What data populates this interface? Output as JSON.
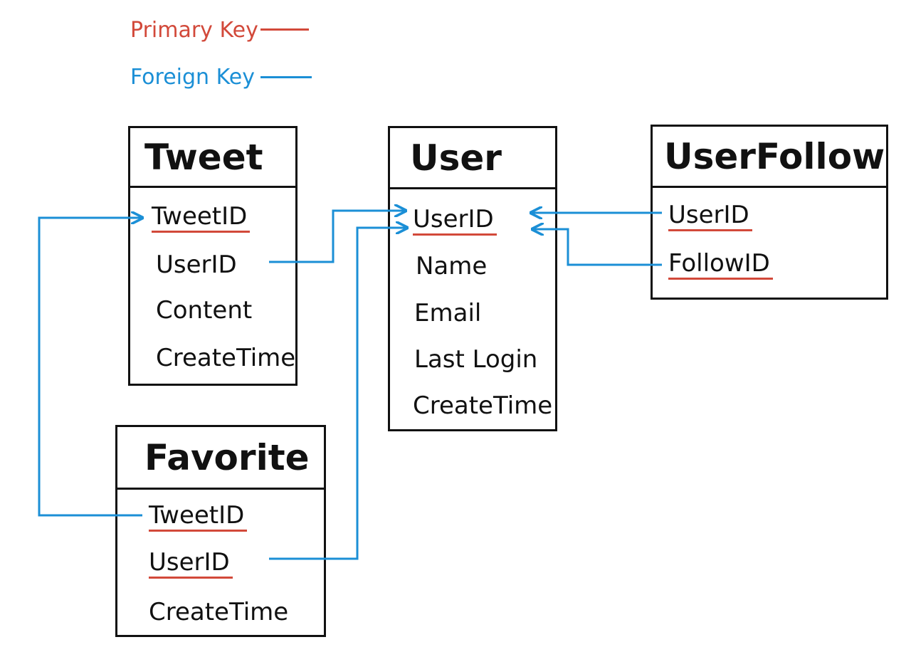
{
  "legend": {
    "primary_key_label": "Primary Key",
    "foreign_key_label": "Foreign Key"
  },
  "colors": {
    "primary_key": "#d2493a",
    "foreign_key": "#1b8fd6",
    "border": "#111111"
  },
  "entities": {
    "tweet": {
      "title": "Tweet",
      "fields": [
        "TweetID",
        "UserID",
        "Content",
        "CreateTime"
      ],
      "primary_keys": [
        "TweetID"
      ]
    },
    "user": {
      "title": "User",
      "fields": [
        "UserID",
        "Name",
        "Email",
        "Last Login",
        "CreateTime"
      ],
      "primary_keys": [
        "UserID"
      ]
    },
    "userfollow": {
      "title": "UserFollow",
      "fields": [
        "UserID",
        "FollowID"
      ],
      "primary_keys": [
        "UserID",
        "FollowID"
      ]
    },
    "favorite": {
      "title": "Favorite",
      "fields": [
        "TweetID",
        "UserID",
        "CreateTime"
      ],
      "primary_keys": [
        "TweetID",
        "UserID"
      ]
    }
  },
  "relationships": [
    {
      "from": "Tweet.UserID",
      "to": "User.UserID"
    },
    {
      "from": "Favorite.UserID",
      "to": "User.UserID"
    },
    {
      "from": "Favorite.TweetID",
      "to": "Tweet.TweetID"
    },
    {
      "from": "UserFollow.UserID",
      "to": "User.UserID"
    },
    {
      "from": "UserFollow.FollowID",
      "to": "User.UserID"
    }
  ]
}
